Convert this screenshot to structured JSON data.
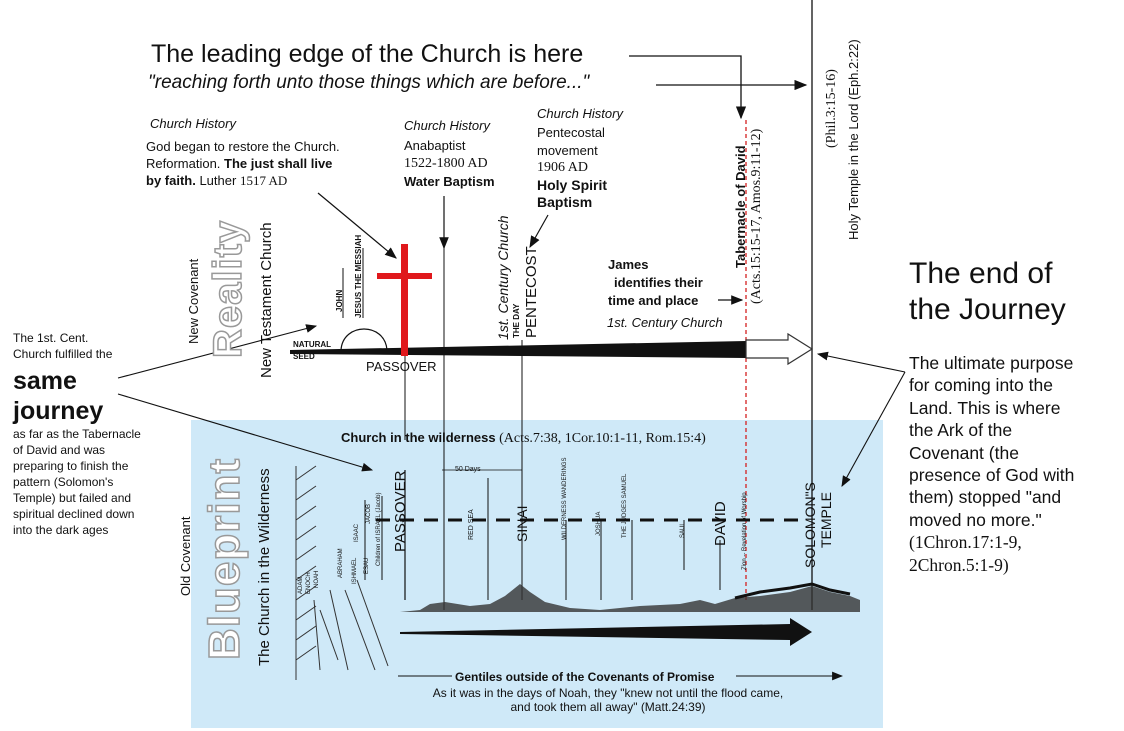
{
  "headline": {
    "main": "The leading edge of the Church is here",
    "sub": "\"reaching forth unto those things which are before...\""
  },
  "history_notes": {
    "reformation": {
      "heading": "Church History",
      "line1": "God began to restore the Church.",
      "line2a": "Reformation. ",
      "line2b": "The just shall live",
      "line3a": "by faith.",
      "line3b": " Luther ",
      "line3c": "1517 AD"
    },
    "anabaptist": {
      "heading": "Church History",
      "line1": "Anabaptist",
      "line2": "1522-1800 AD",
      "line3": "Water Baptism"
    },
    "pentecostal": {
      "heading": "Church History",
      "line1": "Pentecostal",
      "line2": "movement",
      "line3": "1906 AD",
      "line4": "Holy Spirit",
      "line5": "Baptism"
    }
  },
  "reality": {
    "covenant_label": "New Covenant",
    "big_word": "Reality",
    "church_label": "New Testament Church",
    "natural": "NATURAL",
    "seed": "SEED",
    "john": "JOHN",
    "jesus": "JESUS THE MESSIAH",
    "passover": "PASSOVER",
    "first_century_church": "1st. Century Church",
    "the_day": "THE DAY",
    "pentecost": "PENTECOST",
    "james_1": "James",
    "james_2": "identifies their",
    "james_3": "time and place",
    "first_century_church_2": "1st. Century Church"
  },
  "tabernacle": {
    "title": "Tabernacle of David",
    "ref": "(Acts.15:15-17, Amos.9:11-12)"
  },
  "phil_ref": "(Phil.3:15-16)",
  "holy_temple": "Holy Temple in the Lord (Eph.2:22)",
  "left_note": {
    "line1": "The 1st. Cent.",
    "line2": "Church fulfilled the",
    "big1": "same",
    "big2": "journey",
    "rest": [
      "as far as the Tabernacle",
      "of David and was",
      "preparing to finish the",
      "pattern (Solomon's",
      "Temple) but failed and",
      "spiritual declined down",
      "into the dark ages"
    ]
  },
  "end_journey": {
    "title1": "The end of",
    "title2": "the Journey",
    "body": [
      "The ultimate purpose",
      "for coming into the",
      "Land. This is where",
      "the Ark of the",
      "Covenant (the",
      "presence of God with",
      "them) stopped \"and",
      "moved no more.\""
    ],
    "refs": [
      "(1Chron.17:1-9,",
      "2Chron.5:1-9)"
    ]
  },
  "blueprint": {
    "wilderness_title": "Church in the wilderness",
    "wilderness_refs": " (Acts.7:38, 1Cor.10:1-11, Rom.15:4)",
    "covenant_label": "Old Covenant",
    "big_word": "Blueprint",
    "church_label": "The Church in the Wilderness",
    "days": "50 Days",
    "passover": "PASSOVER",
    "red_sea": "RED SEA",
    "sinai": "SINAI",
    "wilderness_wanderings": "WILDERNESS WANDERINGS",
    "joshua": "JOSHUA",
    "judges": "THE JUDGES SAMUEL",
    "saul": "SAUL",
    "david": "DAVID",
    "zion": "Zion -- Revelation of Worship",
    "solomons": "SOLOMON\"S",
    "temple": "TEMPLE",
    "patriarchs": [
      "ADAM",
      "ENOCH",
      "NOAH",
      "ABRAHAM",
      "ISHMAEL",
      "ISAAC",
      "ESAU",
      "JACOB",
      "Children of ISRAEL (Jacob)"
    ],
    "gentiles_title": "Gentiles outside of the Covenants of Promise",
    "noah_line1": "As it was in the days of Noah, they \"knew not until the flood came,",
    "noah_line2": "and took them all away\" (Matt.24:39)"
  }
}
